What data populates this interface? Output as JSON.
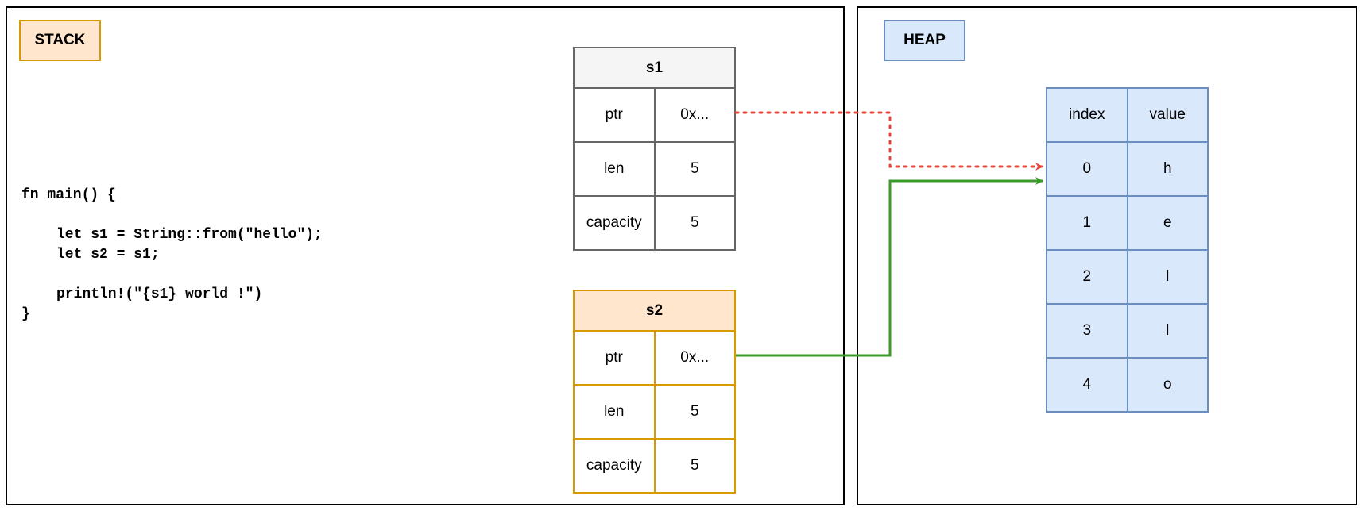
{
  "stack": {
    "label": "STACK",
    "code": [
      {
        "text": "fn main() {",
        "indent": false
      },
      {
        "text": "",
        "indent": false
      },
      {
        "text": "let s1 = String::from(\"hello\");",
        "indent": true
      },
      {
        "text": "let s2 = s1;",
        "indent": true
      },
      {
        "text": "",
        "indent": false
      },
      {
        "text": "println!(\"{s1} world !\")",
        "indent": true
      },
      {
        "text": "}",
        "indent": false
      }
    ],
    "s1": {
      "title": "s1",
      "rows": [
        {
          "field": "ptr",
          "value": "0x..."
        },
        {
          "field": "len",
          "value": "5"
        },
        {
          "field": "capacity",
          "value": "5"
        }
      ]
    },
    "s2": {
      "title": "s2",
      "rows": [
        {
          "field": "ptr",
          "value": "0x..."
        },
        {
          "field": "len",
          "value": "5"
        },
        {
          "field": "capacity",
          "value": "5"
        }
      ]
    }
  },
  "heap": {
    "label": "HEAP",
    "headers": [
      "index",
      "value"
    ],
    "rows": [
      {
        "index": "0",
        "value": "h"
      },
      {
        "index": "1",
        "value": "e"
      },
      {
        "index": "2",
        "value": "l"
      },
      {
        "index": "3",
        "value": "l"
      },
      {
        "index": "4",
        "value": "o"
      }
    ]
  },
  "colors": {
    "s1_pointer": "#e8443a",
    "s2_pointer": "#3a9a2a",
    "stack_fill": "#ffe6cc",
    "stack_stroke": "#d79b00",
    "heap_fill": "#dae8fc",
    "heap_stroke": "#6c8ebf"
  },
  "arrows": [
    {
      "from": "s1.ptr",
      "to": "heap.0",
      "style": "dotted",
      "color": "#e8443a"
    },
    {
      "from": "s2.ptr",
      "to": "heap.0",
      "style": "solid",
      "color": "#3a9a2a"
    }
  ]
}
